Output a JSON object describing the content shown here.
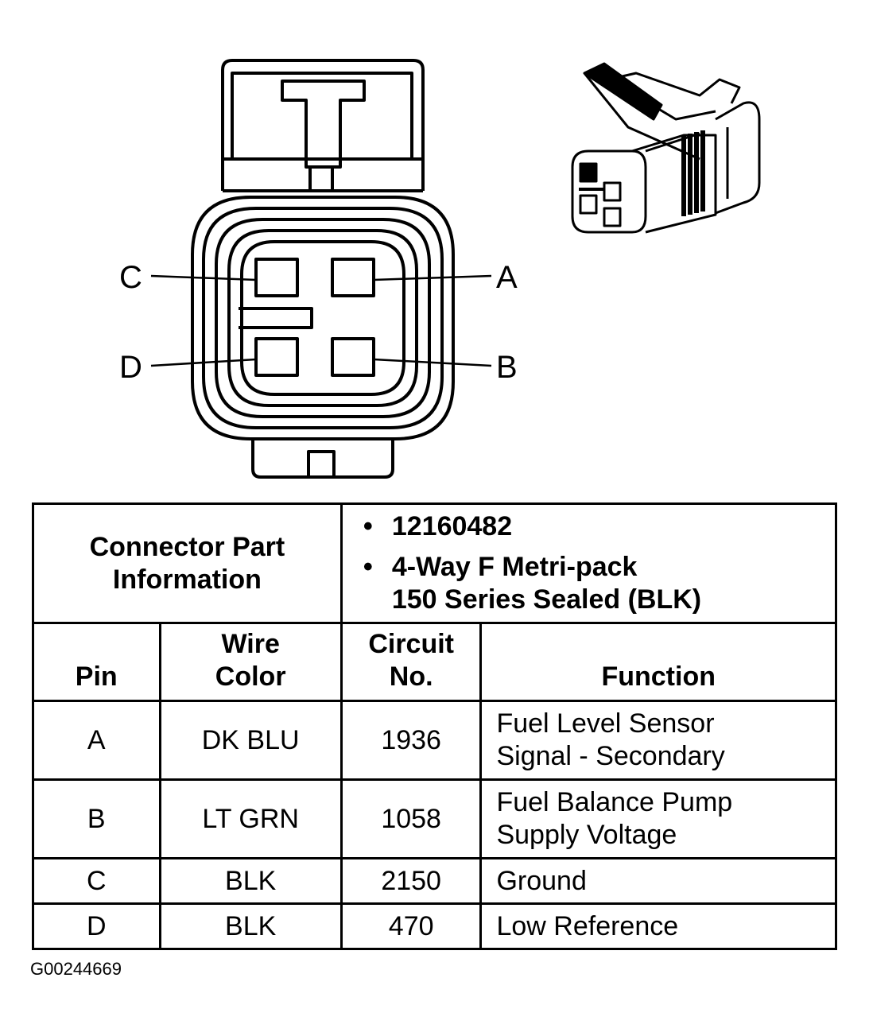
{
  "connector_view": {
    "pin_labels": {
      "a": "A",
      "b": "B",
      "c": "C",
      "d": "D"
    }
  },
  "table": {
    "part_info_label_line1": "Connector Part",
    "part_info_label_line2": "Information",
    "part_number": "12160482",
    "part_desc_line1": "4-Way F Metri-pack",
    "part_desc_line2": "150 Series Sealed (BLK)",
    "bullet": "•",
    "headers": {
      "pin": "Pin",
      "wire_color_line1": "Wire",
      "wire_color_line2": "Color",
      "circuit_line1": "Circuit",
      "circuit_line2": "No.",
      "function": "Function"
    },
    "rows": [
      {
        "pin": "A",
        "wire": "DK BLU",
        "circuit": "1936",
        "function_line1": "Fuel Level Sensor",
        "function_line2": "Signal - Secondary"
      },
      {
        "pin": "B",
        "wire": "LT GRN",
        "circuit": "1058",
        "function_line1": "Fuel Balance Pump",
        "function_line2": "Supply Voltage"
      },
      {
        "pin": "C",
        "wire": "BLK",
        "circuit": "2150",
        "function_line1": "Ground"
      },
      {
        "pin": "D",
        "wire": "BLK",
        "circuit": "470",
        "function_line1": "Low Reference"
      }
    ]
  },
  "figure_id": "G00244669"
}
